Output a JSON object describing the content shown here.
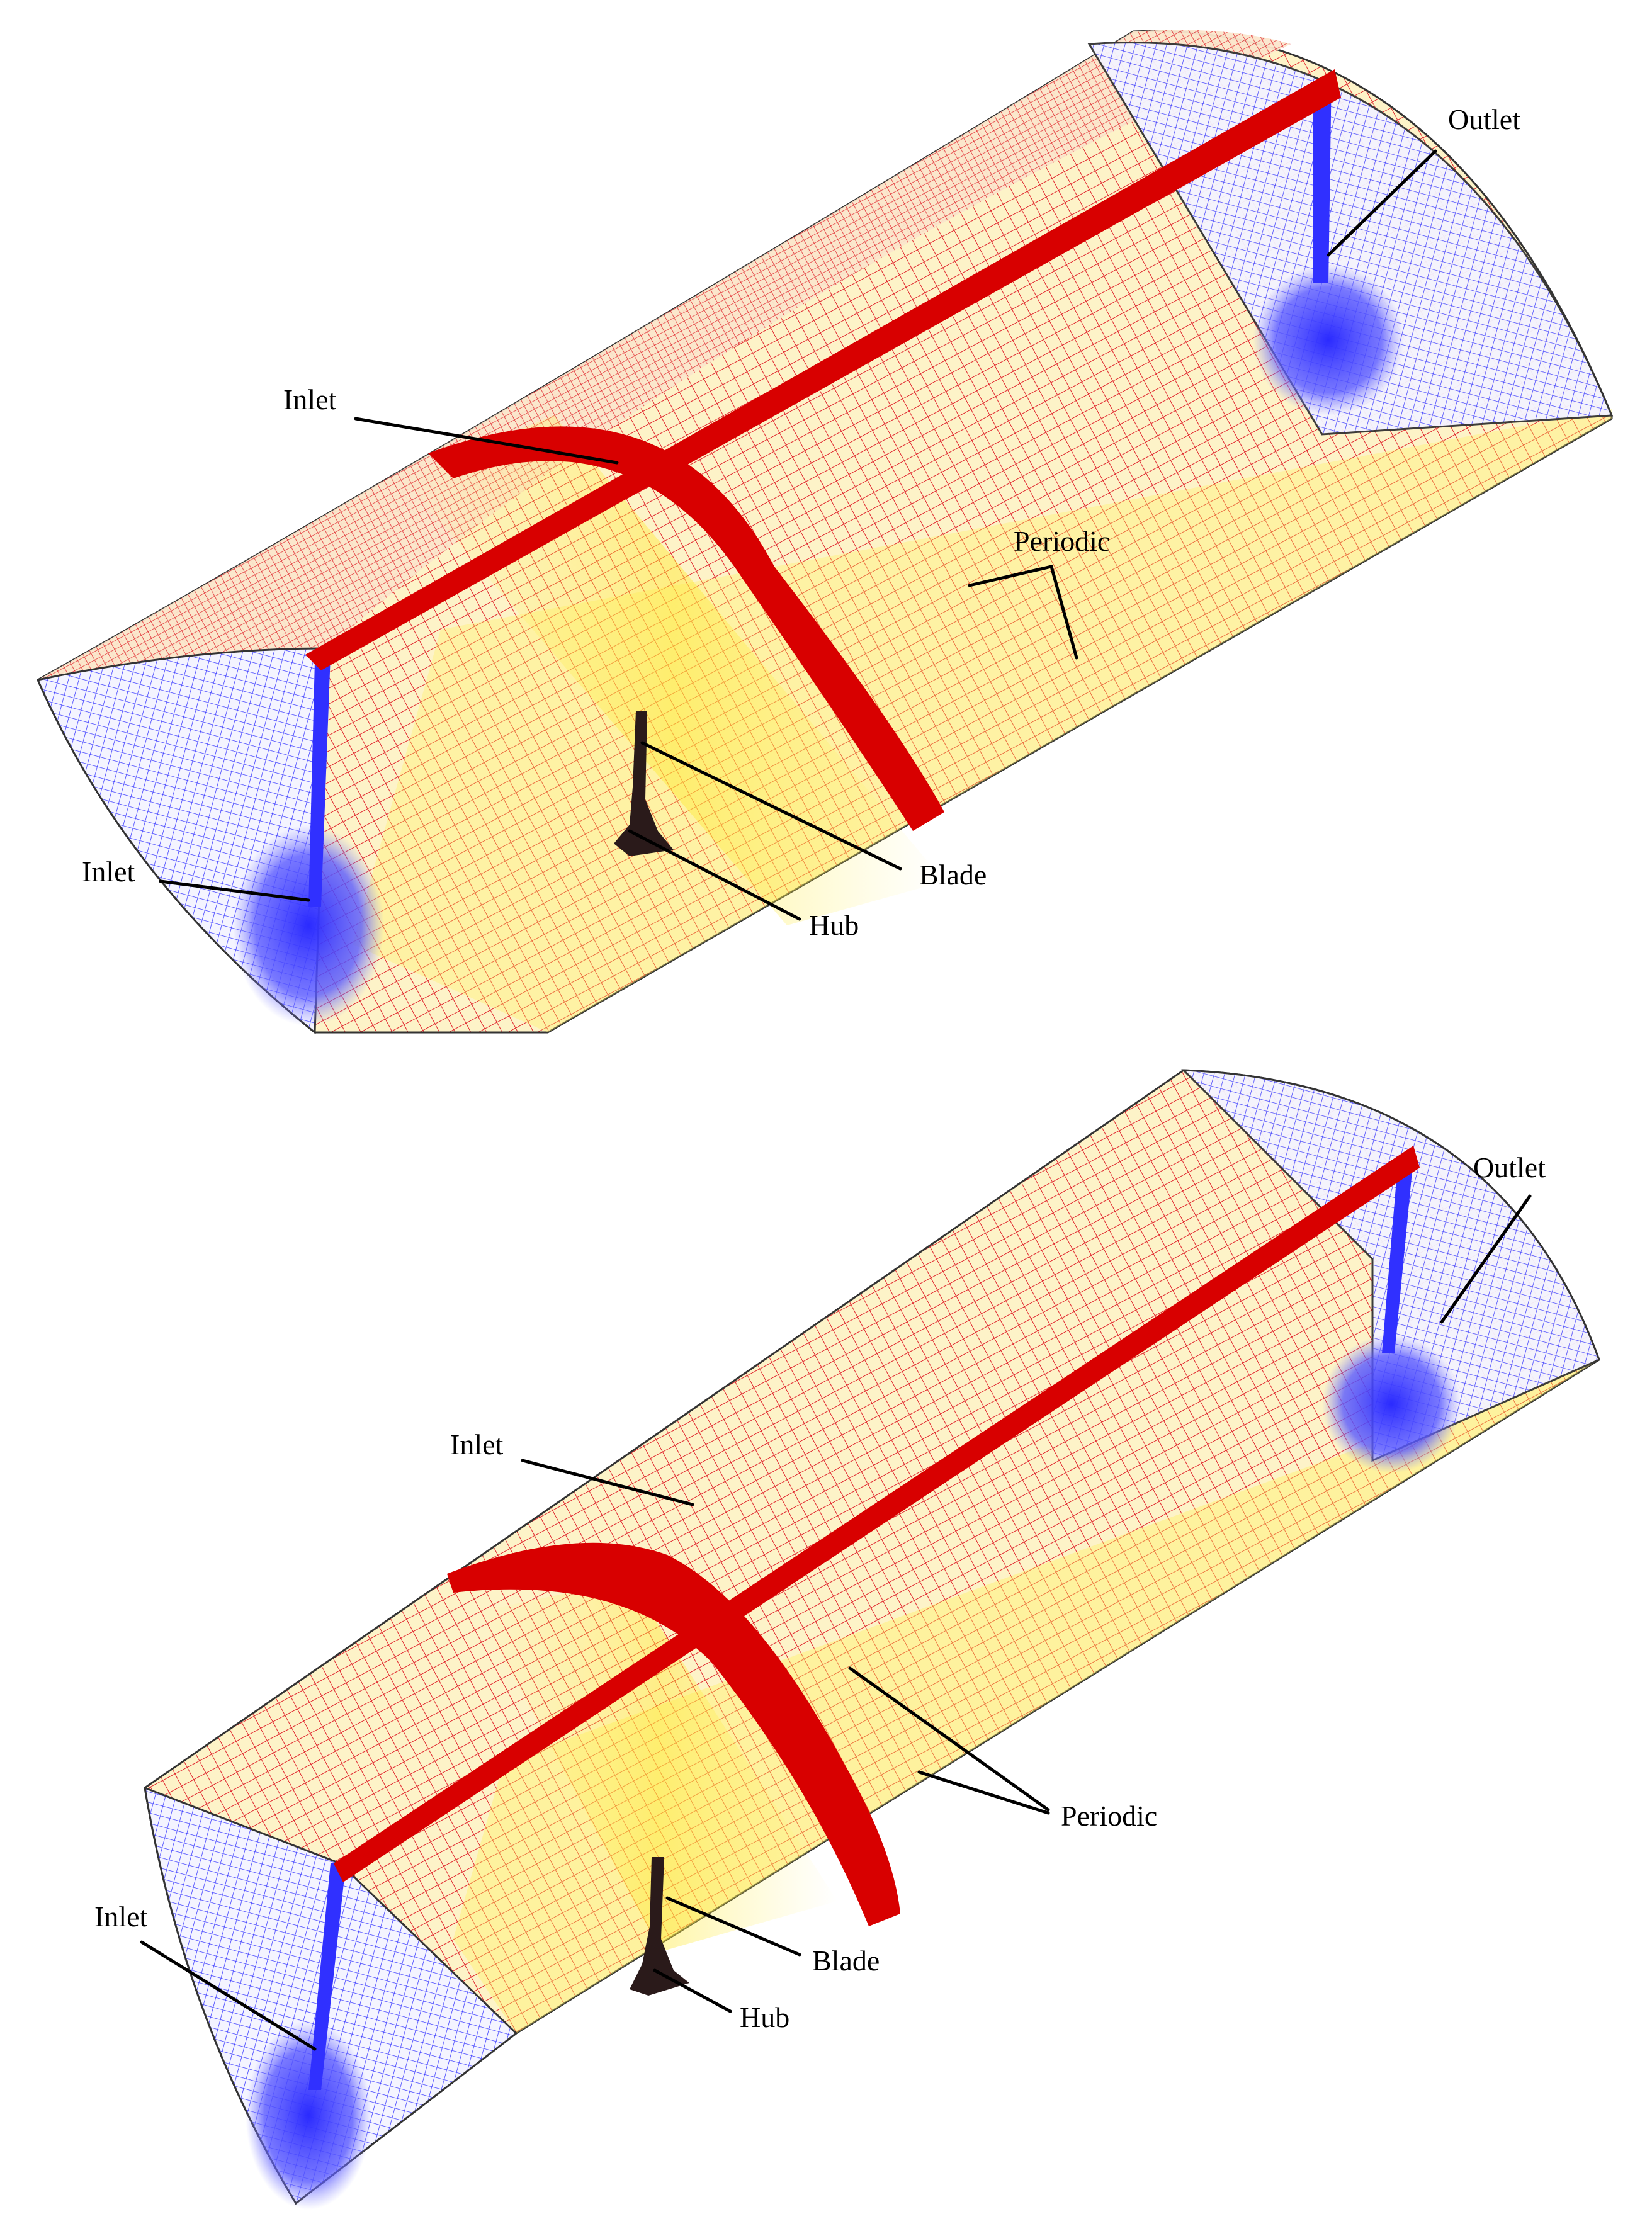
{
  "figures": [
    {
      "id": "top",
      "labels": {
        "inlet_top": "Inlet",
        "inlet_bottom": "Inlet",
        "outlet": "Outlet",
        "periodic": "Periodic",
        "blade": "Blade",
        "hub": "Hub"
      }
    },
    {
      "id": "bottom",
      "labels": {
        "inlet_top": "Inlet",
        "inlet_bottom": "Inlet",
        "outlet": "Outlet",
        "periodic": "Periodic",
        "blade": "Blade",
        "hub": "Hub"
      }
    }
  ],
  "colors": {
    "surface_mesh": "#e0242c",
    "inlet_outlet_mesh": "#3a3aff",
    "periodic_fill": "#fff060",
    "surface_fill": "#fdf3c8",
    "band": "#d80000",
    "blade_hub": "#2a1a1a"
  }
}
